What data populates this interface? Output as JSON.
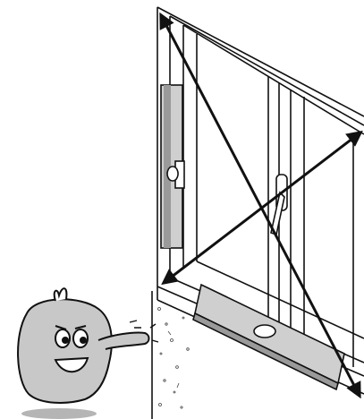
{
  "illustration": {
    "subject": "window-frame-squareness-check",
    "colors": {
      "ink": "#111111",
      "level_fill": "#cfcfcf",
      "level_dark": "#9a9a9a",
      "character_fill": "#c8c8c8",
      "shadow": "#b5b5b5",
      "wall_fill": "#ffffff"
    },
    "icons": [
      "spirit-level-vertical",
      "spirit-level-horizontal",
      "diagonal-arrow",
      "mascot-character"
    ]
  }
}
